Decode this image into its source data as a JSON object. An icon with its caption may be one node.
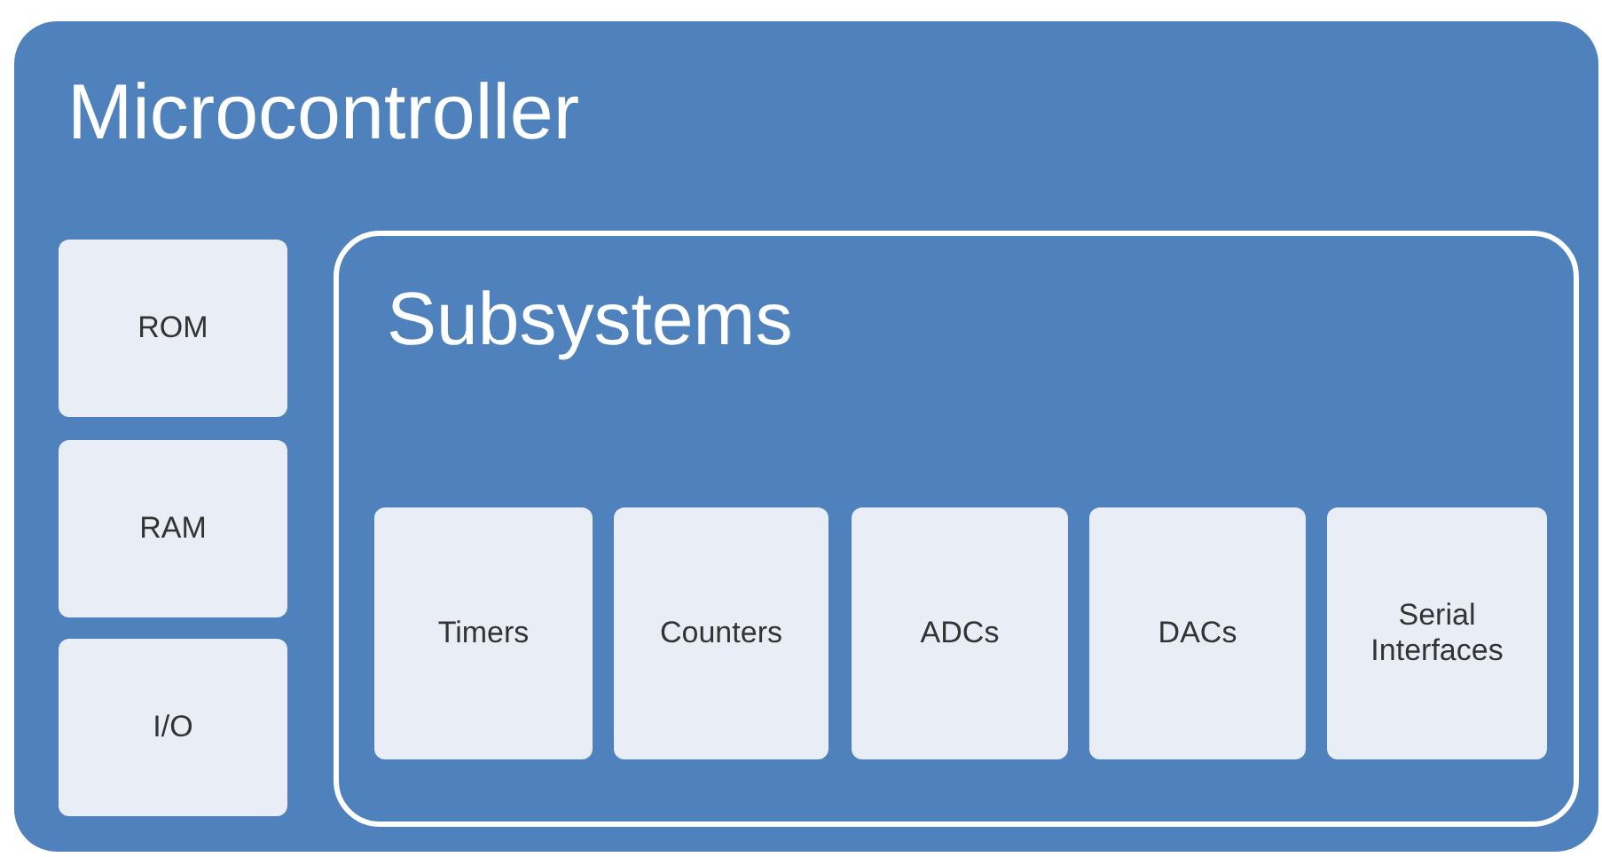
{
  "diagram": {
    "nodes": [
      {
        "text": [
          "Microcontroller"
        ]
      },
      {
        "text": [
          "ROM"
        ],
        "in": 0
      },
      {
        "text": [
          "RAM"
        ],
        "in": 0
      },
      {
        "text": [
          "I/O"
        ],
        "in": 0
      },
      {
        "text": [
          "Subsystems"
        ],
        "in": 0
      },
      {
        "text": [
          "Timers"
        ],
        "in": 4
      },
      {
        "text": [
          "Counters"
        ],
        "in": 4
      },
      {
        "text": [
          "ADCs"
        ],
        "in": 4
      },
      {
        "text": [
          "DACs"
        ],
        "in": 4
      },
      {
        "text": [
          "Serial Interfaces"
        ],
        "in": 4
      }
    ]
  }
}
